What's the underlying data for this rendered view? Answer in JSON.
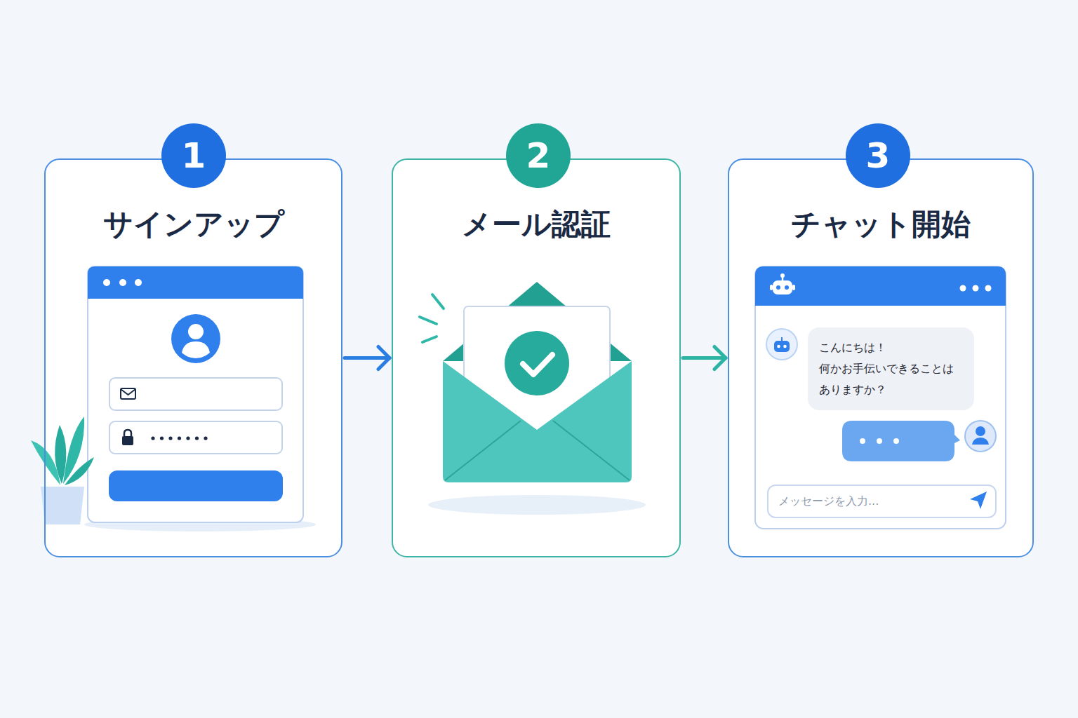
{
  "diagram": {
    "nodes": [
      {
        "text": [
          "サインアップ"
        ]
      },
      {
        "text": [
          "1"
        ],
        "in": 0
      },
      {
        "text": [
          "メール認証"
        ]
      },
      {
        "text": [
          "2"
        ],
        "in": 2
      },
      {
        "text": [
          "チャット開始"
        ]
      },
      {
        "text": [
          "3"
        ],
        "in": 4
      },
      {
        "text": [
          "こんにちは！ 何かお手伝いできることは ありますか？"
        ],
        "in": 4
      },
      {
        "text": [
          "メッセージを入力..."
        ],
        "in": 4
      }
    ],
    "edges": [
      {
        "from": 0,
        "to": 2,
        "arrow": "to"
      },
      {
        "from": 2,
        "to": 4,
        "arrow": "to"
      }
    ]
  }
}
